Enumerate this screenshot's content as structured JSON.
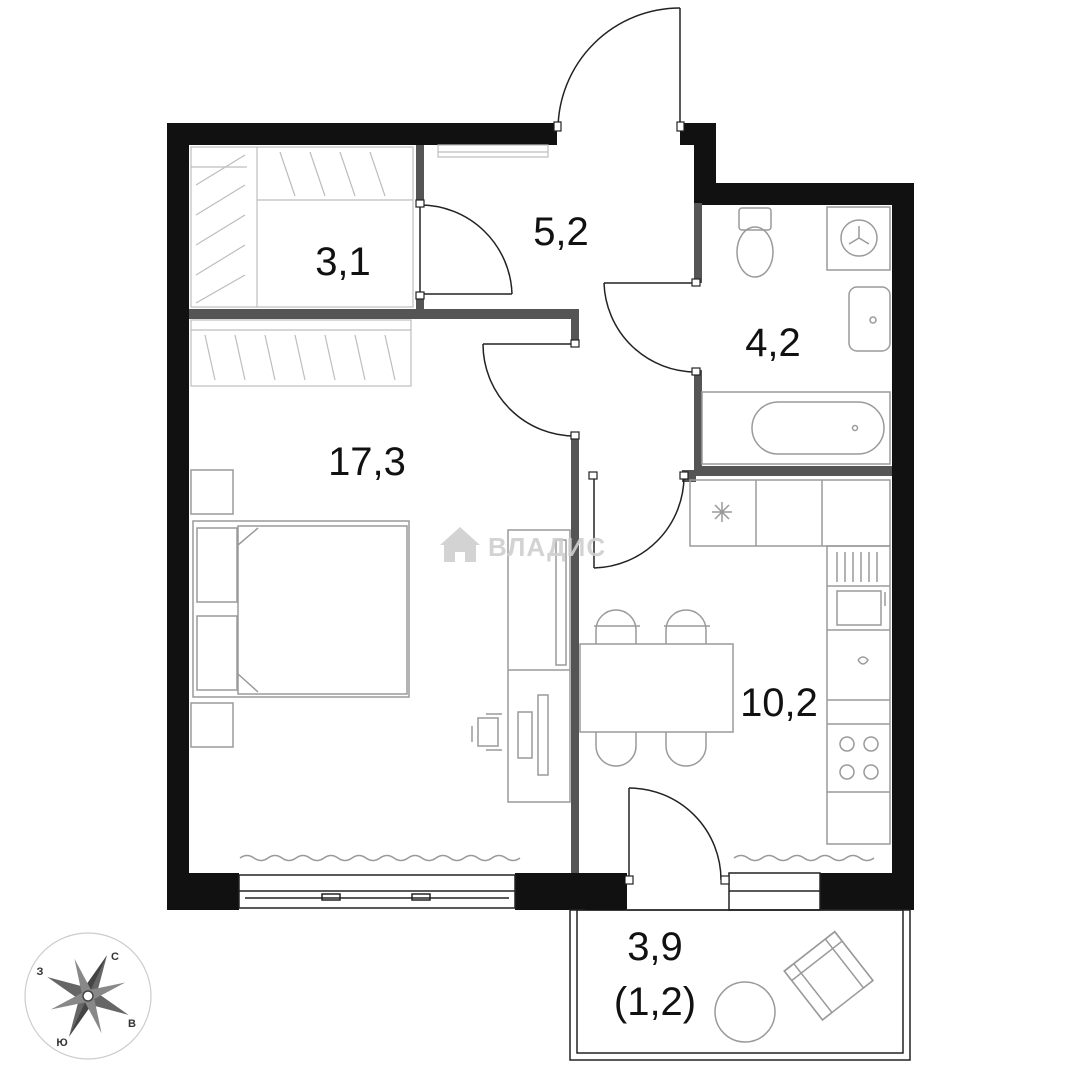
{
  "rooms": {
    "closet": "3,1",
    "hall": "5,2",
    "bathroom": "4,2",
    "bedroom": "17,3",
    "kitchen": "10,2",
    "balcony_total": "3,9",
    "balcony_reduced": "(1,2)"
  },
  "watermark": "ВЛАДИС",
  "compass": {
    "north": "С",
    "east": "В",
    "south": "Ю",
    "west": "З"
  },
  "colors": {
    "wall": "#111111",
    "partition": "#555555",
    "furniture": "#9a9a9a",
    "watermark": "#cfcfcf"
  }
}
